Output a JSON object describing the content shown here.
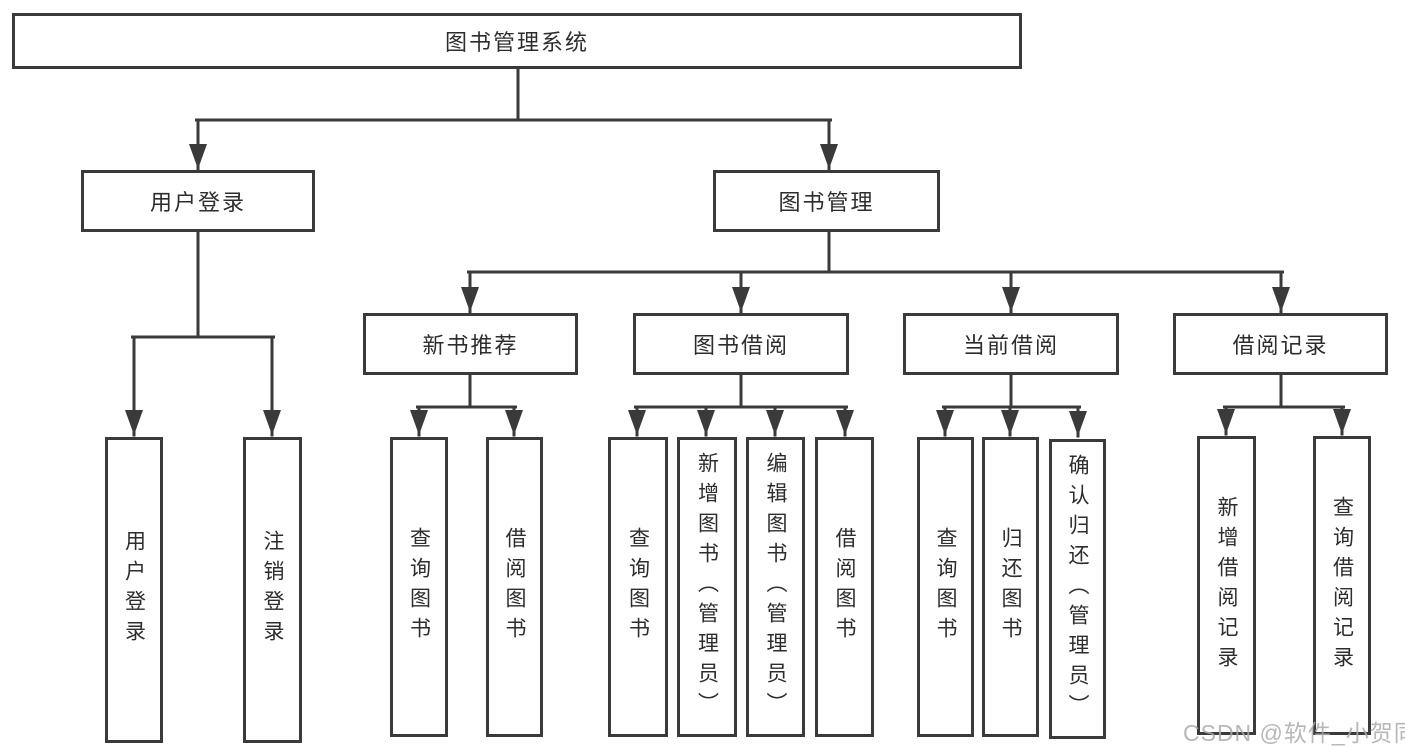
{
  "diagram": {
    "root": {
      "label": "图书管理系统"
    },
    "login": {
      "label": "用户登录",
      "children": [
        {
          "label": "用户登录"
        },
        {
          "label": "注销登录"
        }
      ]
    },
    "management": {
      "label": "图书管理",
      "sections": [
        {
          "label": "新书推荐",
          "children": [
            {
              "label": "查询图书"
            },
            {
              "label": "借阅图书"
            }
          ]
        },
        {
          "label": "图书借阅",
          "children": [
            {
              "label": "查询图书"
            },
            {
              "label": "新增图书（管理员）"
            },
            {
              "label": "编辑图书（管理员）"
            },
            {
              "label": "借阅图书"
            }
          ]
        },
        {
          "label": "当前借阅",
          "children": [
            {
              "label": "查询图书"
            },
            {
              "label": "归还图书"
            },
            {
              "label": "确认归还（管理员）"
            }
          ]
        },
        {
          "label": "借阅记录",
          "children": [
            {
              "label": "新增借阅记录"
            },
            {
              "label": "查询借阅记录"
            }
          ]
        }
      ]
    }
  },
  "watermark": {
    "text": "CSDN @软件_小贺同学",
    "color": "#aaaaaa"
  },
  "colors": {
    "line": "#3a3a3a",
    "box_border": "#3a3a3a",
    "text": "#2d2d2d",
    "background": "#ffffff"
  }
}
